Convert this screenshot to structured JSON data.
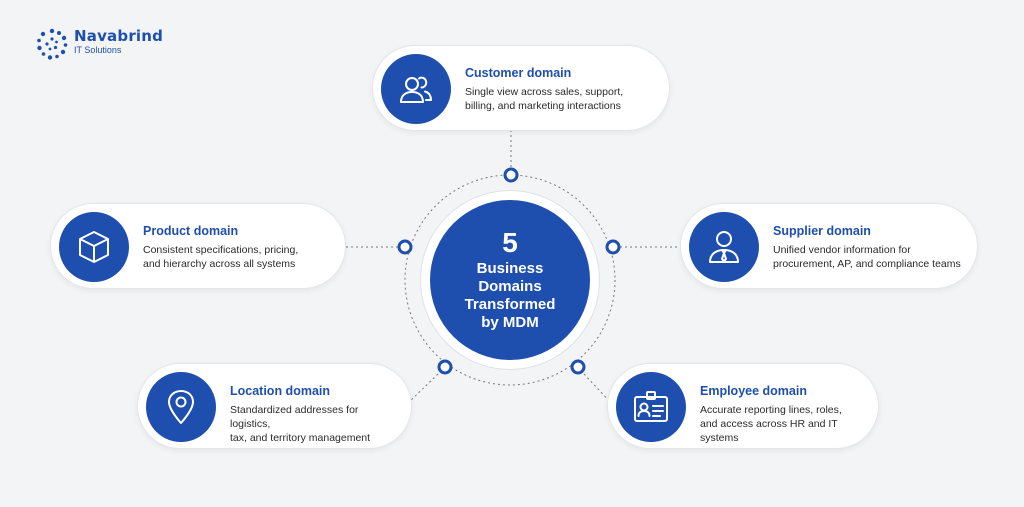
{
  "brand": {
    "name": "Navabrind",
    "tagline": "IT Solutions",
    "color": "#1e4fae"
  },
  "center": {
    "number": "5",
    "label": "Business\nDomains\nTransformed\nby MDM"
  },
  "domains": [
    {
      "title": "Customer domain",
      "description": "Single view across sales, support,\nbilling, and marketing interactions",
      "icon": "users-icon"
    },
    {
      "title": "Product domain",
      "description": "Consistent specifications, pricing,\nand hierarchy across all systems",
      "icon": "cube-icon"
    },
    {
      "title": "Supplier domain",
      "description": "Unified vendor information for\nprocurement, AP, and compliance teams",
      "icon": "person-tie-icon"
    },
    {
      "title": "Location domain",
      "description": "Standardized addresses for logistics,\ntax, and territory management",
      "icon": "map-pin-icon"
    },
    {
      "title": "Employee domain",
      "description": "Accurate reporting lines, roles,\nand access across HR and IT systems",
      "icon": "id-badge-icon"
    }
  ]
}
